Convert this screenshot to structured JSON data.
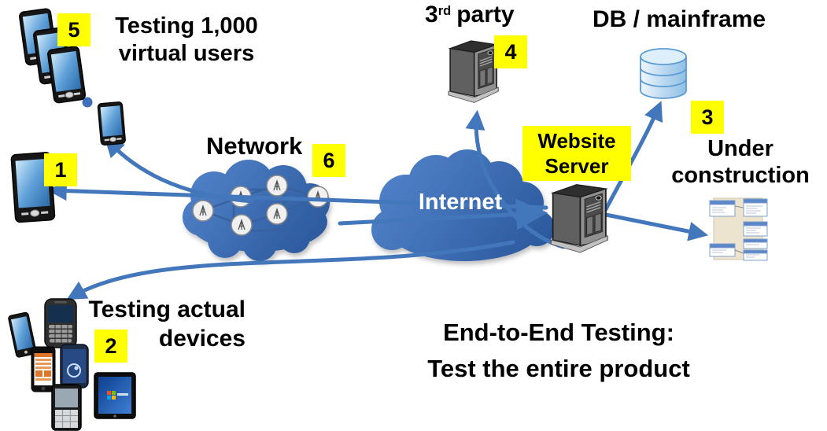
{
  "title": {
    "line1": "End-to-End Testing:",
    "line2": "Test the entire product"
  },
  "nodes": {
    "virtual_users": {
      "badge": "5",
      "line1": "Testing 1,000",
      "line2": "virtual users"
    },
    "single_device": {
      "badge": "1"
    },
    "actual_devices": {
      "badge": "2",
      "line1": "Testing actual",
      "line2": "devices"
    },
    "network": {
      "badge": "6",
      "label": "Network"
    },
    "internet": {
      "label": "Internet"
    },
    "third_party": {
      "badge": "4",
      "number": "3",
      "ordinal": "rd",
      "word": "party"
    },
    "website_server": {
      "line1": "Website",
      "line2": "Server"
    },
    "db_mainframe": {
      "badge": "3",
      "label": "DB / mainframe"
    },
    "under_construction": {
      "line1": "Under",
      "line2": "construction"
    }
  },
  "icons": {
    "smartphone_stack": "cascade of three smartphones",
    "ellipsis_dots": "three blue dots",
    "single_smartphone": "smartphone",
    "tablet_device": "large smartphone / tablet",
    "network_cloud": "blue cloud with six antenna nodes",
    "internet_cloud": "blue cloud",
    "antenna_node": "white circle with radio mast",
    "tower_server": "gray tower server",
    "database_cylinder": "blue database cylinder",
    "schema_page": "database schema / wireframe page",
    "actual_device_photos": "tablet, blackberry, iphone, galaxy, feature phone, windows tablet"
  },
  "colors": {
    "arrow_blue": "#4377BC",
    "cloud_blue_dark": "#2A579B",
    "cloud_blue_light": "#5081C8",
    "badge_yellow": "#FFFF00",
    "label_yellow": "#FFFF00",
    "text_black": "#000000",
    "internet_text": "#FFFFFF",
    "db_blue": "#5B9BD5"
  }
}
